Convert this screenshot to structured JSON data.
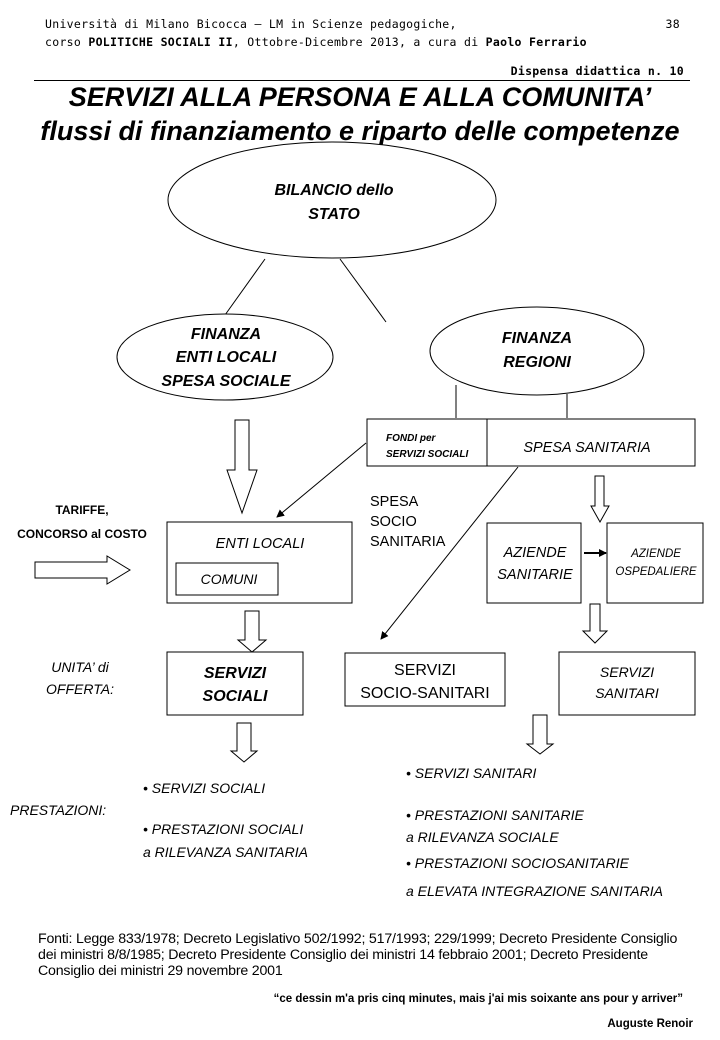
{
  "header": {
    "line1": "Università di Milano Bicocca – LM in Scienze pedagogiche,",
    "line2_prefix": "corso ",
    "course": "POLITICHE SOCIALI II",
    "line2_middle": ", Ottobre-Dicembre 2013,  a cura di ",
    "author": "Paolo Ferrario",
    "page_number": "38",
    "dispensa": "Dispensa didattica n. 10"
  },
  "title": {
    "main": "SERVIZI ALLA PERSONA E ALLA COMUNITA’",
    "subtitle": "flussi di finanziamento e riparto delle competenze"
  },
  "diagram": {
    "bilancio": [
      "BILANCIO dello",
      "STATO"
    ],
    "finanza_enti": [
      "FINANZA",
      "ENTI LOCALI",
      "SPESA SOCIALE"
    ],
    "finanza_regioni": [
      "FINANZA",
      "REGIONI"
    ],
    "fondi": [
      "FONDI per",
      "SERVIZI SOCIALI"
    ],
    "spesa_sanitaria": "SPESA SANITARIA",
    "tariffe": [
      "TARIFFE,",
      "CONCORSO al COSTO"
    ],
    "spesa_socio": [
      "SPESA",
      "SOCIO",
      "SANITARIA"
    ],
    "enti_locali": "ENTI LOCALI",
    "comuni": "COMUNI",
    "aziende_sanitarie": [
      "AZIENDE",
      "SANITARIE"
    ],
    "aziende_ospedaliere": [
      "AZIENDE",
      "OSPEDALIERE"
    ],
    "unita_offerta": [
      "UNITA’ di",
      "OFFERTA:"
    ],
    "servizi_sociali": [
      "SERVIZI",
      "SOCIALI"
    ],
    "servizi_socio_sanitari": [
      "SERVIZI",
      "SOCIO-SANITARI"
    ],
    "servizi_sanitari": [
      "SERVIZI",
      "SANITARI"
    ],
    "prestazioni_label": "PRESTAZIONI:",
    "prestazioni_sociali": [
      "• SERVIZI SOCIALI",
      "• PRESTAZIONI  SOCIALI",
      "a RILEVANZA  SANITARIA"
    ],
    "prestazioni_sanitarie": [
      "• SERVIZI SANITARI",
      "• PRESTAZIONI  SANITARIE",
      "a RILEVANZA  SOCIALE",
      "•  PRESTAZIONI  SOCIOSANITARIE",
      "a ELEVATA INTEGRAZIONE SANITARIA"
    ]
  },
  "footer": {
    "fonti": "Fonti: Legge 833/1978; Decreto Legislativo 502/1992; 517/1993; 229/1999; Decreto Presidente Consiglio dei ministri 8/8/1985; Decreto Presidente Consiglio dei ministri 14 febbraio 2001; Decreto Presidente Consiglio dei ministri 29 novembre 2001",
    "quote": "“ce dessin m'a pris cinq minutes, mais j'ai mis soixante ans pour y arriver”",
    "quote_author": "Auguste Renoir"
  }
}
